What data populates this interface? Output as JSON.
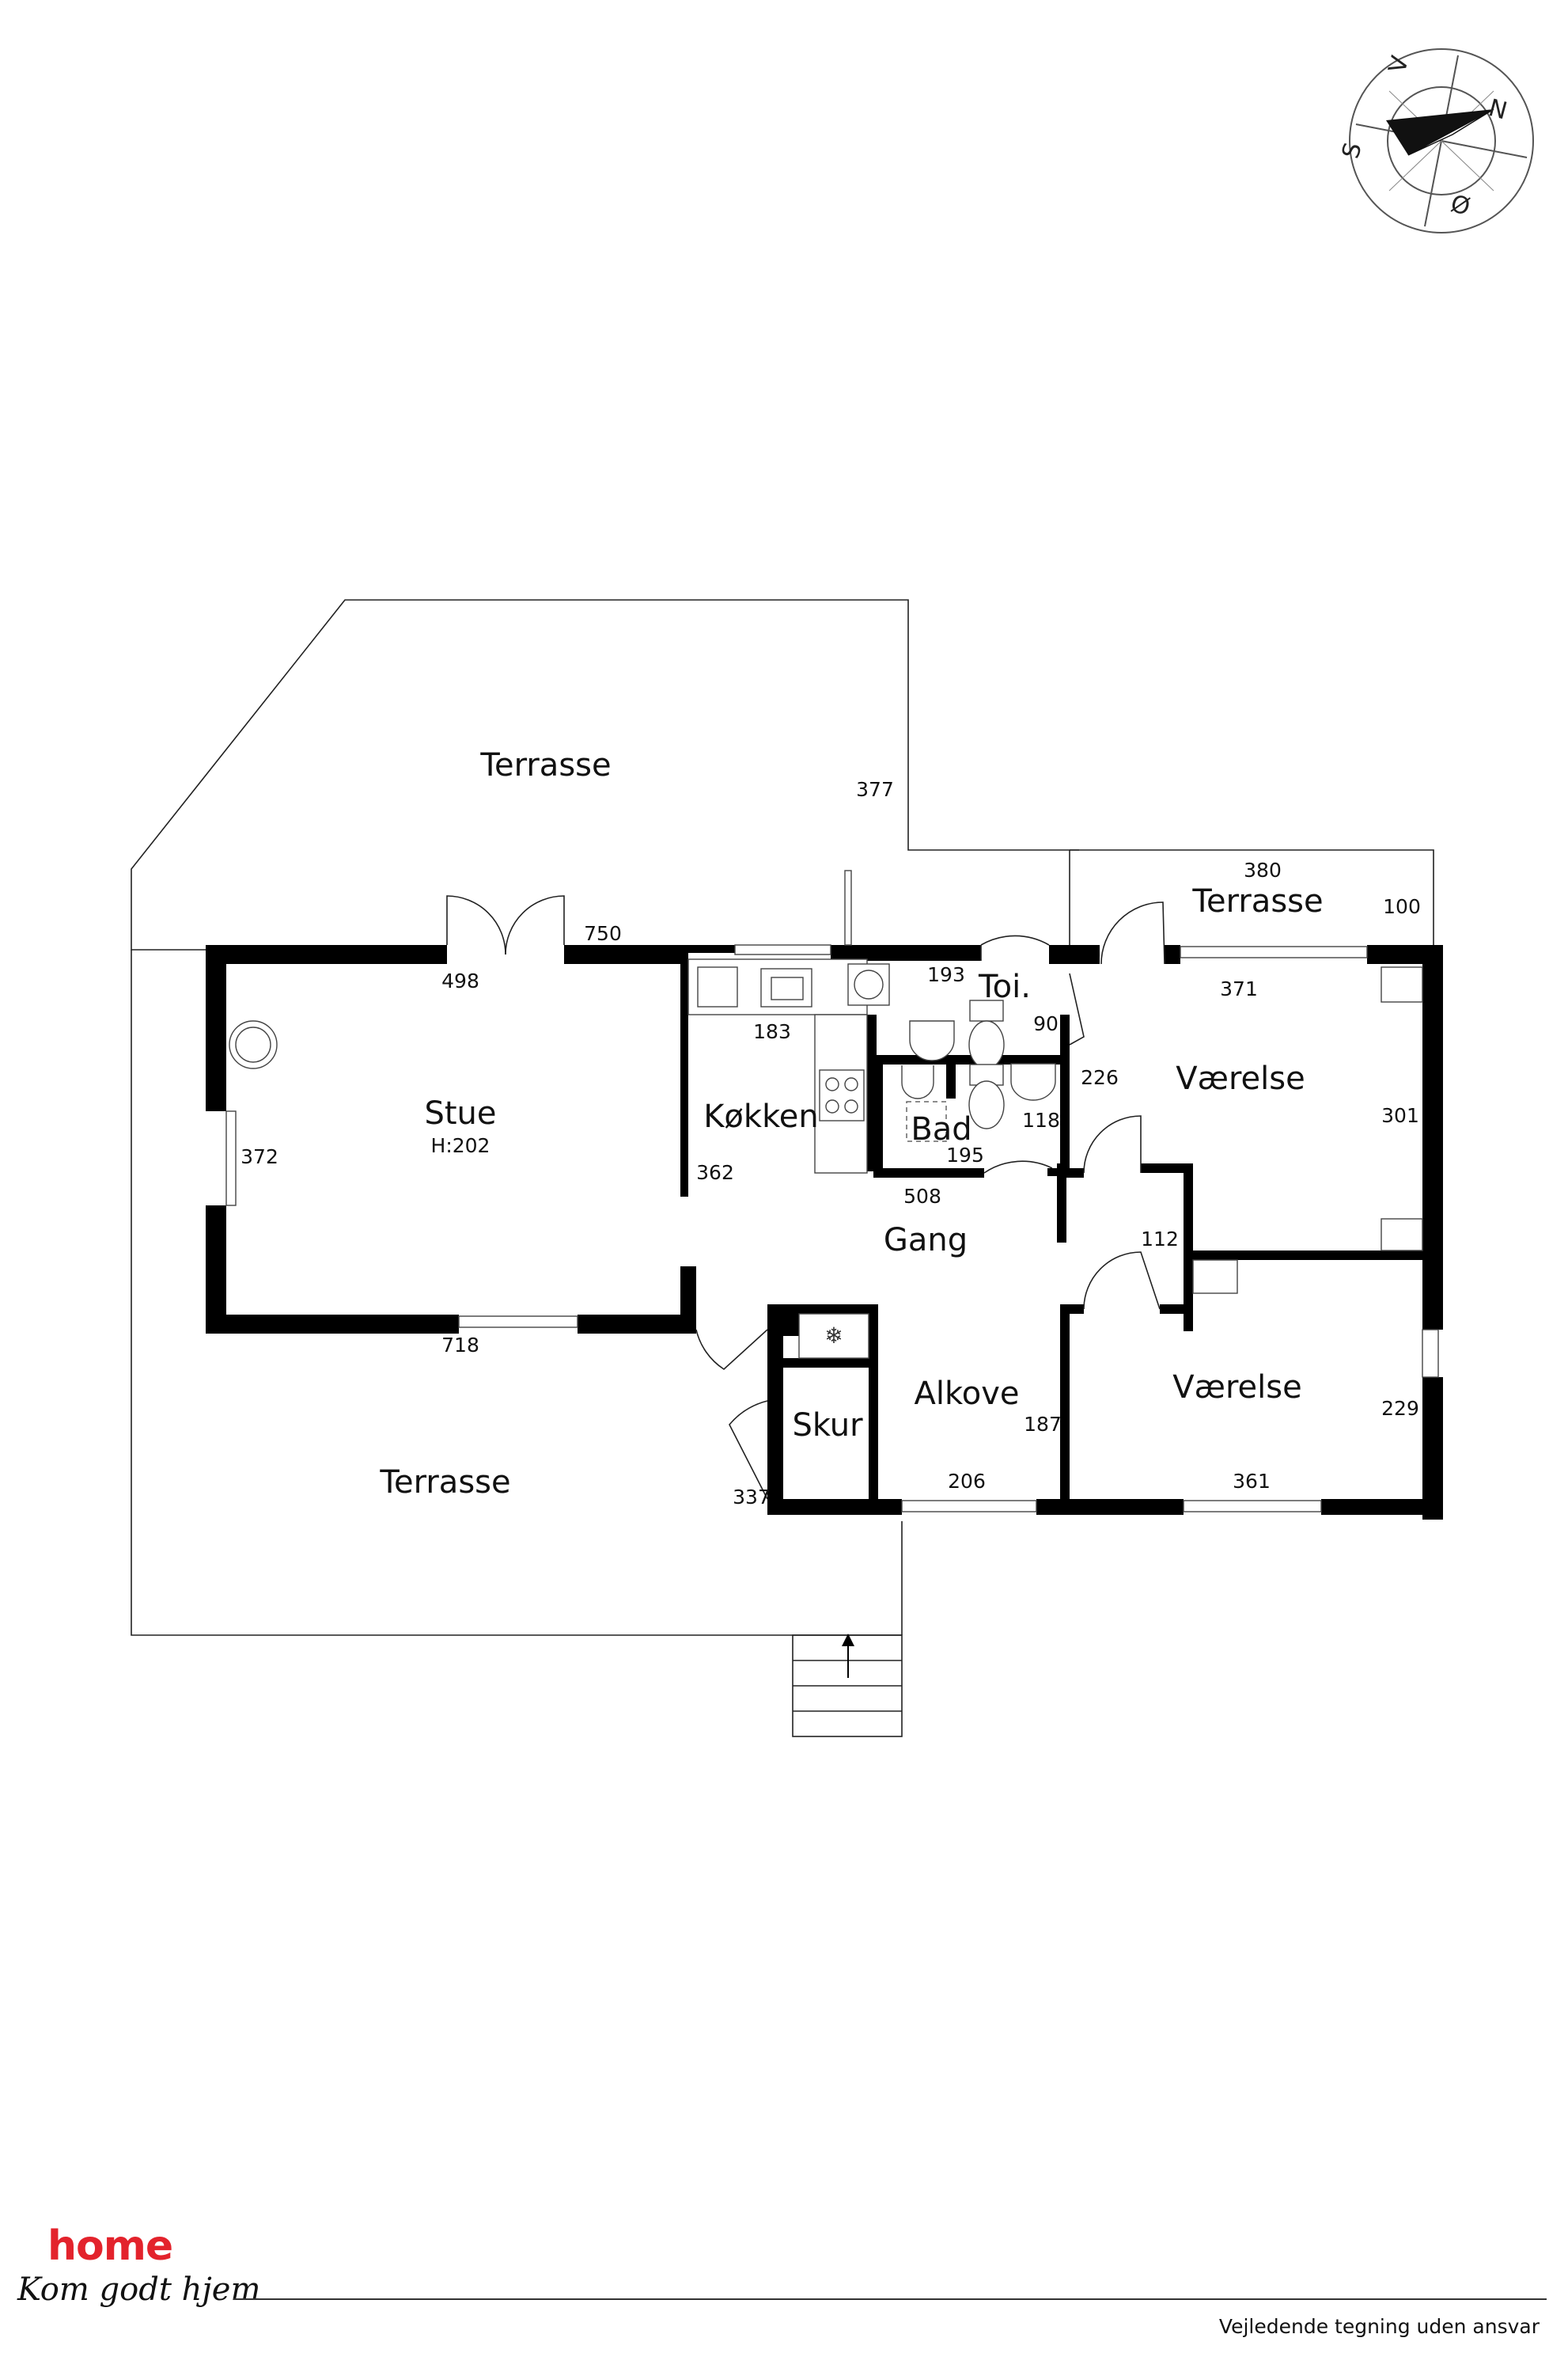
{
  "rooms": {
    "terrasse_north": "Terrasse",
    "terrasse_small": "Terrasse",
    "terrasse_south": "Terrasse",
    "stue": "Stue",
    "stue_height": "H:202",
    "kokken": "Køkken",
    "toilet": "Toi.",
    "bad": "Bad",
    "vaerelse_top": "Værelse",
    "vaerelse_bottom": "Værelse",
    "gang": "Gang",
    "alkove": "Alkove",
    "skur": "Skur"
  },
  "dimensions": {
    "d377": "377",
    "d380": "380",
    "d100": "100",
    "d750": "750",
    "d498": "498",
    "d193": "193",
    "d183": "183",
    "d371": "371",
    "d90": "90",
    "d226": "226",
    "d372": "372",
    "d362": "362",
    "d118": "118",
    "d195": "195",
    "d301": "301",
    "d508": "508",
    "d112": "112",
    "d718": "718",
    "d187": "187",
    "d229": "229",
    "d337": "337",
    "d206": "206",
    "d361": "361"
  },
  "compass": {
    "north": "N",
    "south": "S",
    "east": "Ø",
    "west": "V"
  },
  "logo": {
    "brand": "home",
    "slogan": "Kom godt hjem"
  },
  "footer": {
    "disclaimer": "Vejledende tegning uden ansvar"
  },
  "colors": {
    "brand_red": "#e3232c",
    "wall": "#000000"
  }
}
